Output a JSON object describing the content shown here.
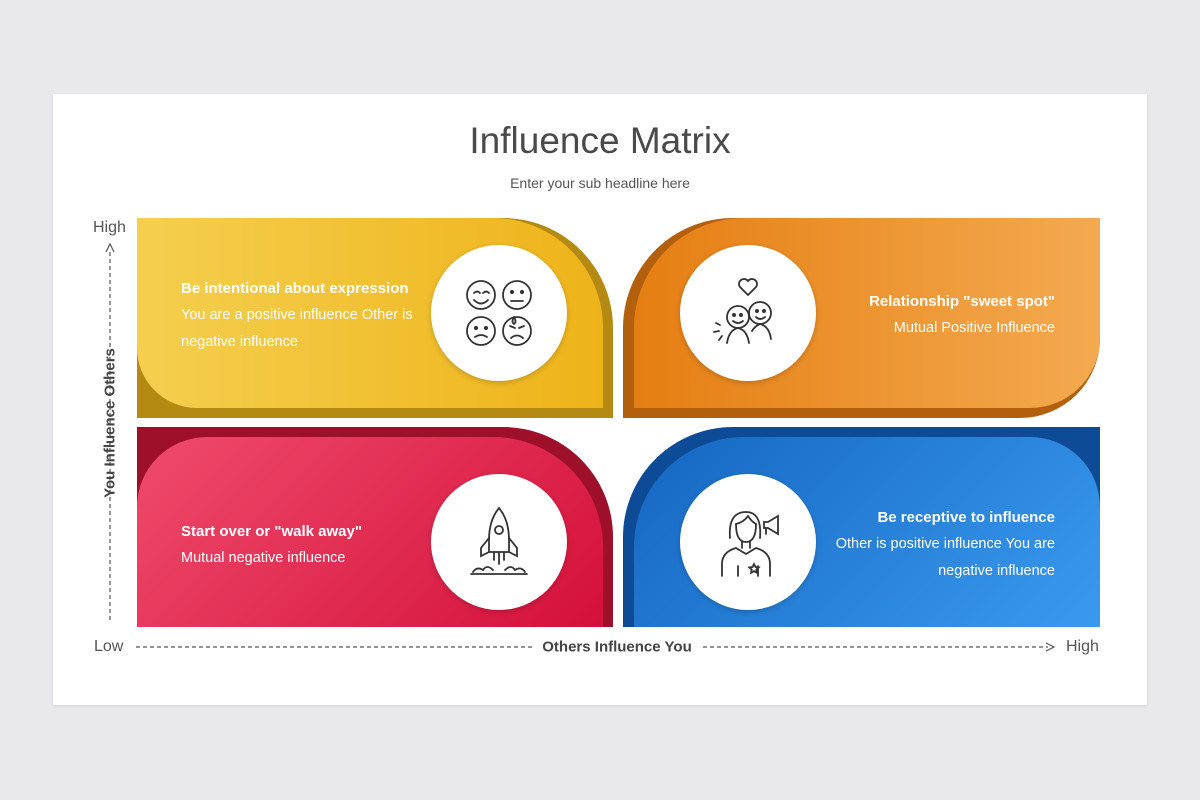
{
  "title": "Influence Matrix",
  "subtitle": "Enter your sub headline here",
  "y_axis": {
    "title": "You Influence Others",
    "high": "High"
  },
  "x_axis": {
    "title": "Others Influence You",
    "low": "Low",
    "high": "High"
  },
  "quadrants": {
    "top_left": {
      "heading": "Be intentional about expression",
      "text": "You are a positive influence Other is negative influence",
      "icon": "emoji-faces-icon",
      "color": "#f0b826"
    },
    "top_right": {
      "heading": "Relationship \"sweet spot\"",
      "text": "Mutual Positive Influence",
      "icon": "friends-heart-icon",
      "color": "#ec8f2a"
    },
    "bottom_left": {
      "heading": "Start over or \"walk away\"",
      "text": "Mutual negative influence",
      "icon": "rocket-icon",
      "color": "#e21f4c"
    },
    "bottom_right": {
      "heading": "Be receptive to influence",
      "text": "Other is positive influence You are negative influence",
      "icon": "woman-megaphone-icon",
      "color": "#2282dd"
    }
  }
}
